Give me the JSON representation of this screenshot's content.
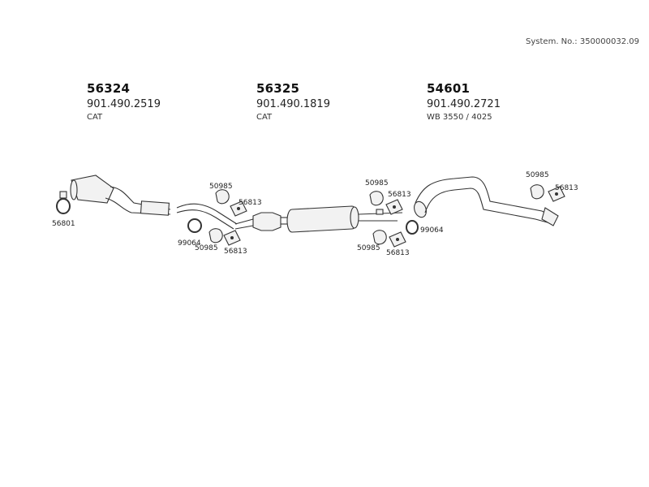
{
  "system_no": "System. No.: 350000032.09",
  "sections": [
    {
      "part_no": "56324",
      "ref": "901.490.2519",
      "note": "CAT"
    },
    {
      "part_no": "56325",
      "ref": "901.490.1819",
      "note": "CAT"
    },
    {
      "part_no": "54601",
      "ref": "901.490.2721",
      "note": "WB 3550 / 4025"
    }
  ],
  "labels": {
    "clamp_front": "56801",
    "a_50985_top": "50985",
    "a_56813_top": "56813",
    "a_99064": "99064",
    "a_50985_bot": "50985",
    "a_56813_bot": "56813",
    "b_50985_top": "50985",
    "b_56813_top": "56813",
    "b_99064": "99064",
    "b_50985_bot": "50985",
    "b_56813_bot": "56813",
    "c_50985": "50985",
    "c_56813": "56813"
  }
}
